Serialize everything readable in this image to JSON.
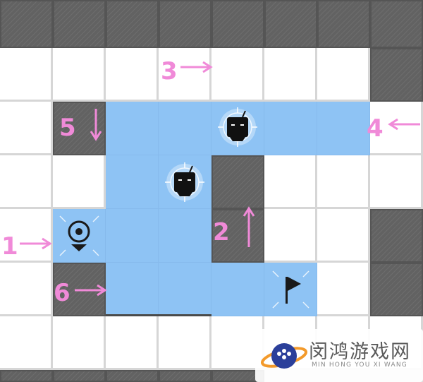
{
  "annotations": {
    "label_1": "1",
    "label_2": "2",
    "label_3": "3",
    "label_4": "4",
    "label_5": "5",
    "label_6": "6"
  },
  "pieces": {
    "start_marker_icon": "location-pin-icon",
    "goal_icon": "flag-icon",
    "enemy_icon": "robot-block-icon"
  },
  "watermark": {
    "title": "闵鸿游戏网",
    "subtitle": "MIN HONG YOU XI WANG"
  },
  "colors": {
    "path": "#8ec3f4",
    "wall": "#626262",
    "annotation": "#f08ad8"
  }
}
